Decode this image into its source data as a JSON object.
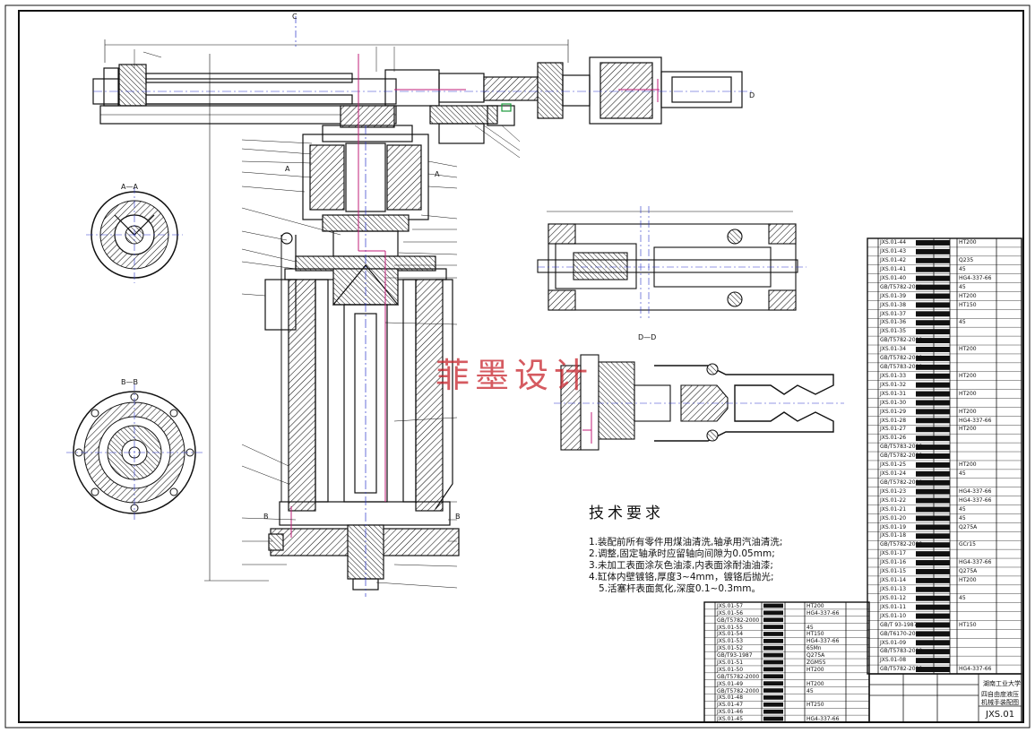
{
  "watermark": "菲墨设计",
  "tech_requirements": {
    "title": "技术要求",
    "items": [
      "1.装配前所有零件用煤油清洗,轴承用汽油清洗;",
      "2.调整,固定轴承时应留轴向间隙为0.05mm;",
      "3.未加工表面涂灰色油漆,内表面涂耐油油漆;",
      "4.缸体内壁镀铬,厚度3~4mm，镀铬后抛光;",
      "5.活塞杆表面氮化,深度0.1~0.3mm。"
    ]
  },
  "section_labels": {
    "a_a": "A—A",
    "b_b": "B—B",
    "d_d": "D—D",
    "c": "C",
    "d": "D",
    "b_left": "B",
    "b_right": "B",
    "a_left": "A",
    "a_right": "A"
  },
  "title_block": {
    "school": "湖南工业大学",
    "name_line1": "四自由度液压",
    "name_line2": "机械手装配图",
    "drawing_no": "JXS.01"
  },
  "parts_right": [
    "JXS.01-44",
    "JXS.01-43",
    "JXS.01-42",
    "JXS.01-41",
    "JXS.01-40",
    "GB/T5782-2000",
    "JXS.01-39",
    "JXS.01-38",
    "JXS.01-37",
    "JXS.01-36",
    "JXS.01-35",
    "GB/T5782-2000",
    "JXS.01-34",
    "GB/T5782-2000",
    "GB/T5783-2000",
    "JXS.01-33",
    "JXS.01-32",
    "JXS.01-31",
    "JXS.01-30",
    "JXS.01-29",
    "JXS.01-28",
    "JXS.01-27",
    "JXS.01-26",
    "GB/T5783-2000",
    "GB/T5782-2000",
    "JXS.01-25",
    "JXS.01-24",
    "GB/T5782-2000",
    "JXS.01-23",
    "JXS.01-22",
    "JXS.01-21",
    "JXS.01-20",
    "JXS.01-19",
    "JXS.01-18",
    "GB/T5782-2000",
    "JXS.01-17",
    "JXS.01-16",
    "JXS.01-15",
    "JXS.01-14",
    "JXS.01-13",
    "JXS.01-12",
    "JXS.01-11",
    "JXS.01-10",
    "GB/T 93-1987",
    "GB/T6170-2000",
    "JXS.01-09",
    "GB/T5783-2000",
    "JXS.01-08",
    "GB/T5782-2000"
  ],
  "parts_left": [
    "JXS.01-57",
    "JXS.01-56",
    "GB/T5782-2000",
    "JXS.01-55",
    "JXS.01-54",
    "JXS.01-53",
    "JXS.01-52",
    "GB/T93-1987",
    "JXS.01-51",
    "JXS.01-50",
    "GB/T5782-2000",
    "JXS.01-49",
    "GB/T5782-2000",
    "JXS.01-48",
    "JXS.01-47",
    "JXS.01-46",
    "JXS.01-45"
  ],
  "materials_right": [
    "HT200",
    "",
    "Q235",
    "45",
    "HG4-337-66",
    "45",
    "HT200",
    "HT150",
    "",
    "45",
    "",
    "",
    "HT200",
    "",
    "",
    "HT200",
    "",
    "HT200",
    "",
    "HT200",
    "HG4-337-66",
    "HT200",
    "",
    "",
    "",
    "HT200",
    "45",
    "",
    "HG4-337-66",
    "HG4-337-66",
    "45",
    "45",
    "Q275A",
    "",
    "GCr15",
    "",
    "HG4-337-66",
    "Q275A",
    "HT200",
    "",
    "45",
    "",
    "",
    "HT150",
    "",
    "",
    "",
    "",
    "HG4-337-66"
  ],
  "materials_left": [
    "HT200",
    "HG4-337-66",
    "",
    "45",
    "HT150",
    "HG4-337-66",
    "65Mn",
    "Q275A",
    "ZGM55",
    "HT200",
    "",
    "HT200",
    "45",
    "",
    "HT250",
    "",
    "HG4-337-66"
  ],
  "colors": {
    "line": "#111111",
    "center": "#2a35c9",
    "accent": "#c21f78",
    "watermark": "#c8232c"
  }
}
